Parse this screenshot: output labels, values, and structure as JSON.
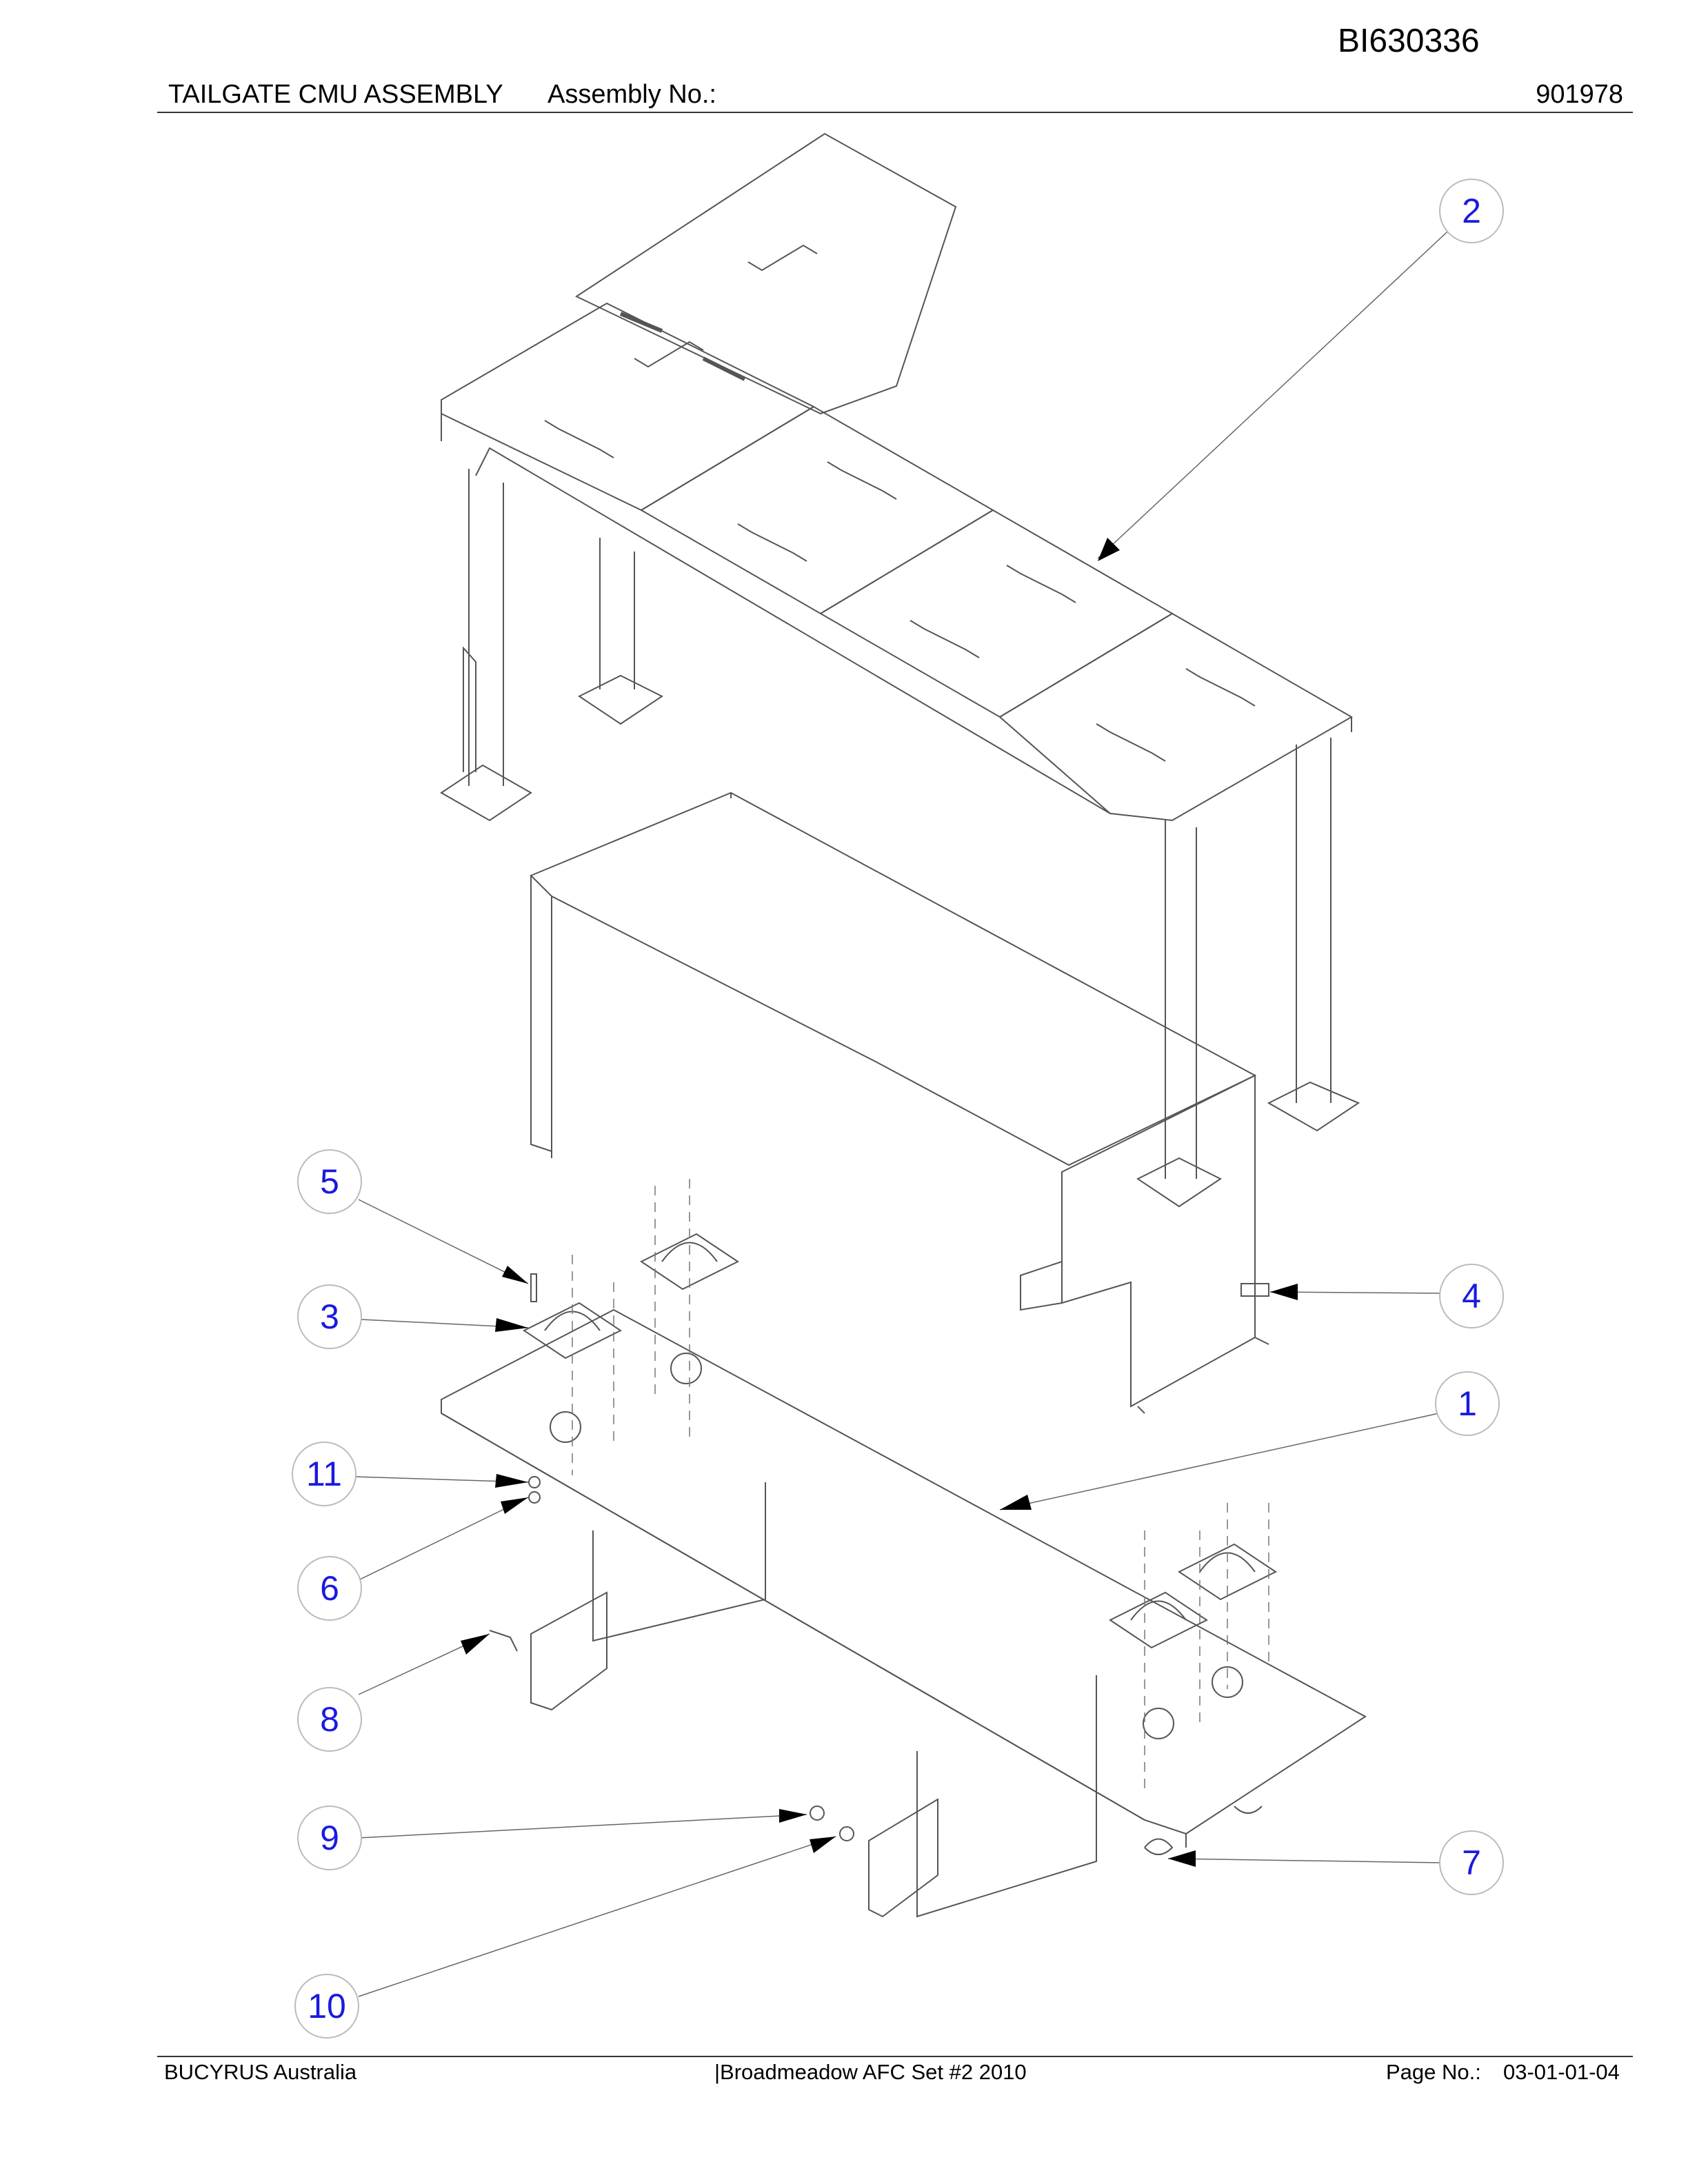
{
  "header": {
    "doc_id": "BI630336",
    "title": "TAILGATE CMU ASSEMBLY",
    "assembly_label": "Assembly No.:",
    "assembly_number": "901978"
  },
  "footer": {
    "company": "BUCYRUS Australia",
    "project": "|Broadmeadow AFC Set #2 2010",
    "page_label": "Page No.:",
    "page_number": "03-01-01-04"
  },
  "balloons": [
    {
      "label": "1"
    },
    {
      "label": "2"
    },
    {
      "label": "3"
    },
    {
      "label": "4"
    },
    {
      "label": "5"
    },
    {
      "label": "6"
    },
    {
      "label": "7"
    },
    {
      "label": "8"
    },
    {
      "label": "9"
    },
    {
      "label": "10"
    },
    {
      "label": "11"
    }
  ],
  "colors": {
    "balloon_text": "#1a1adf",
    "line": "#555555"
  }
}
